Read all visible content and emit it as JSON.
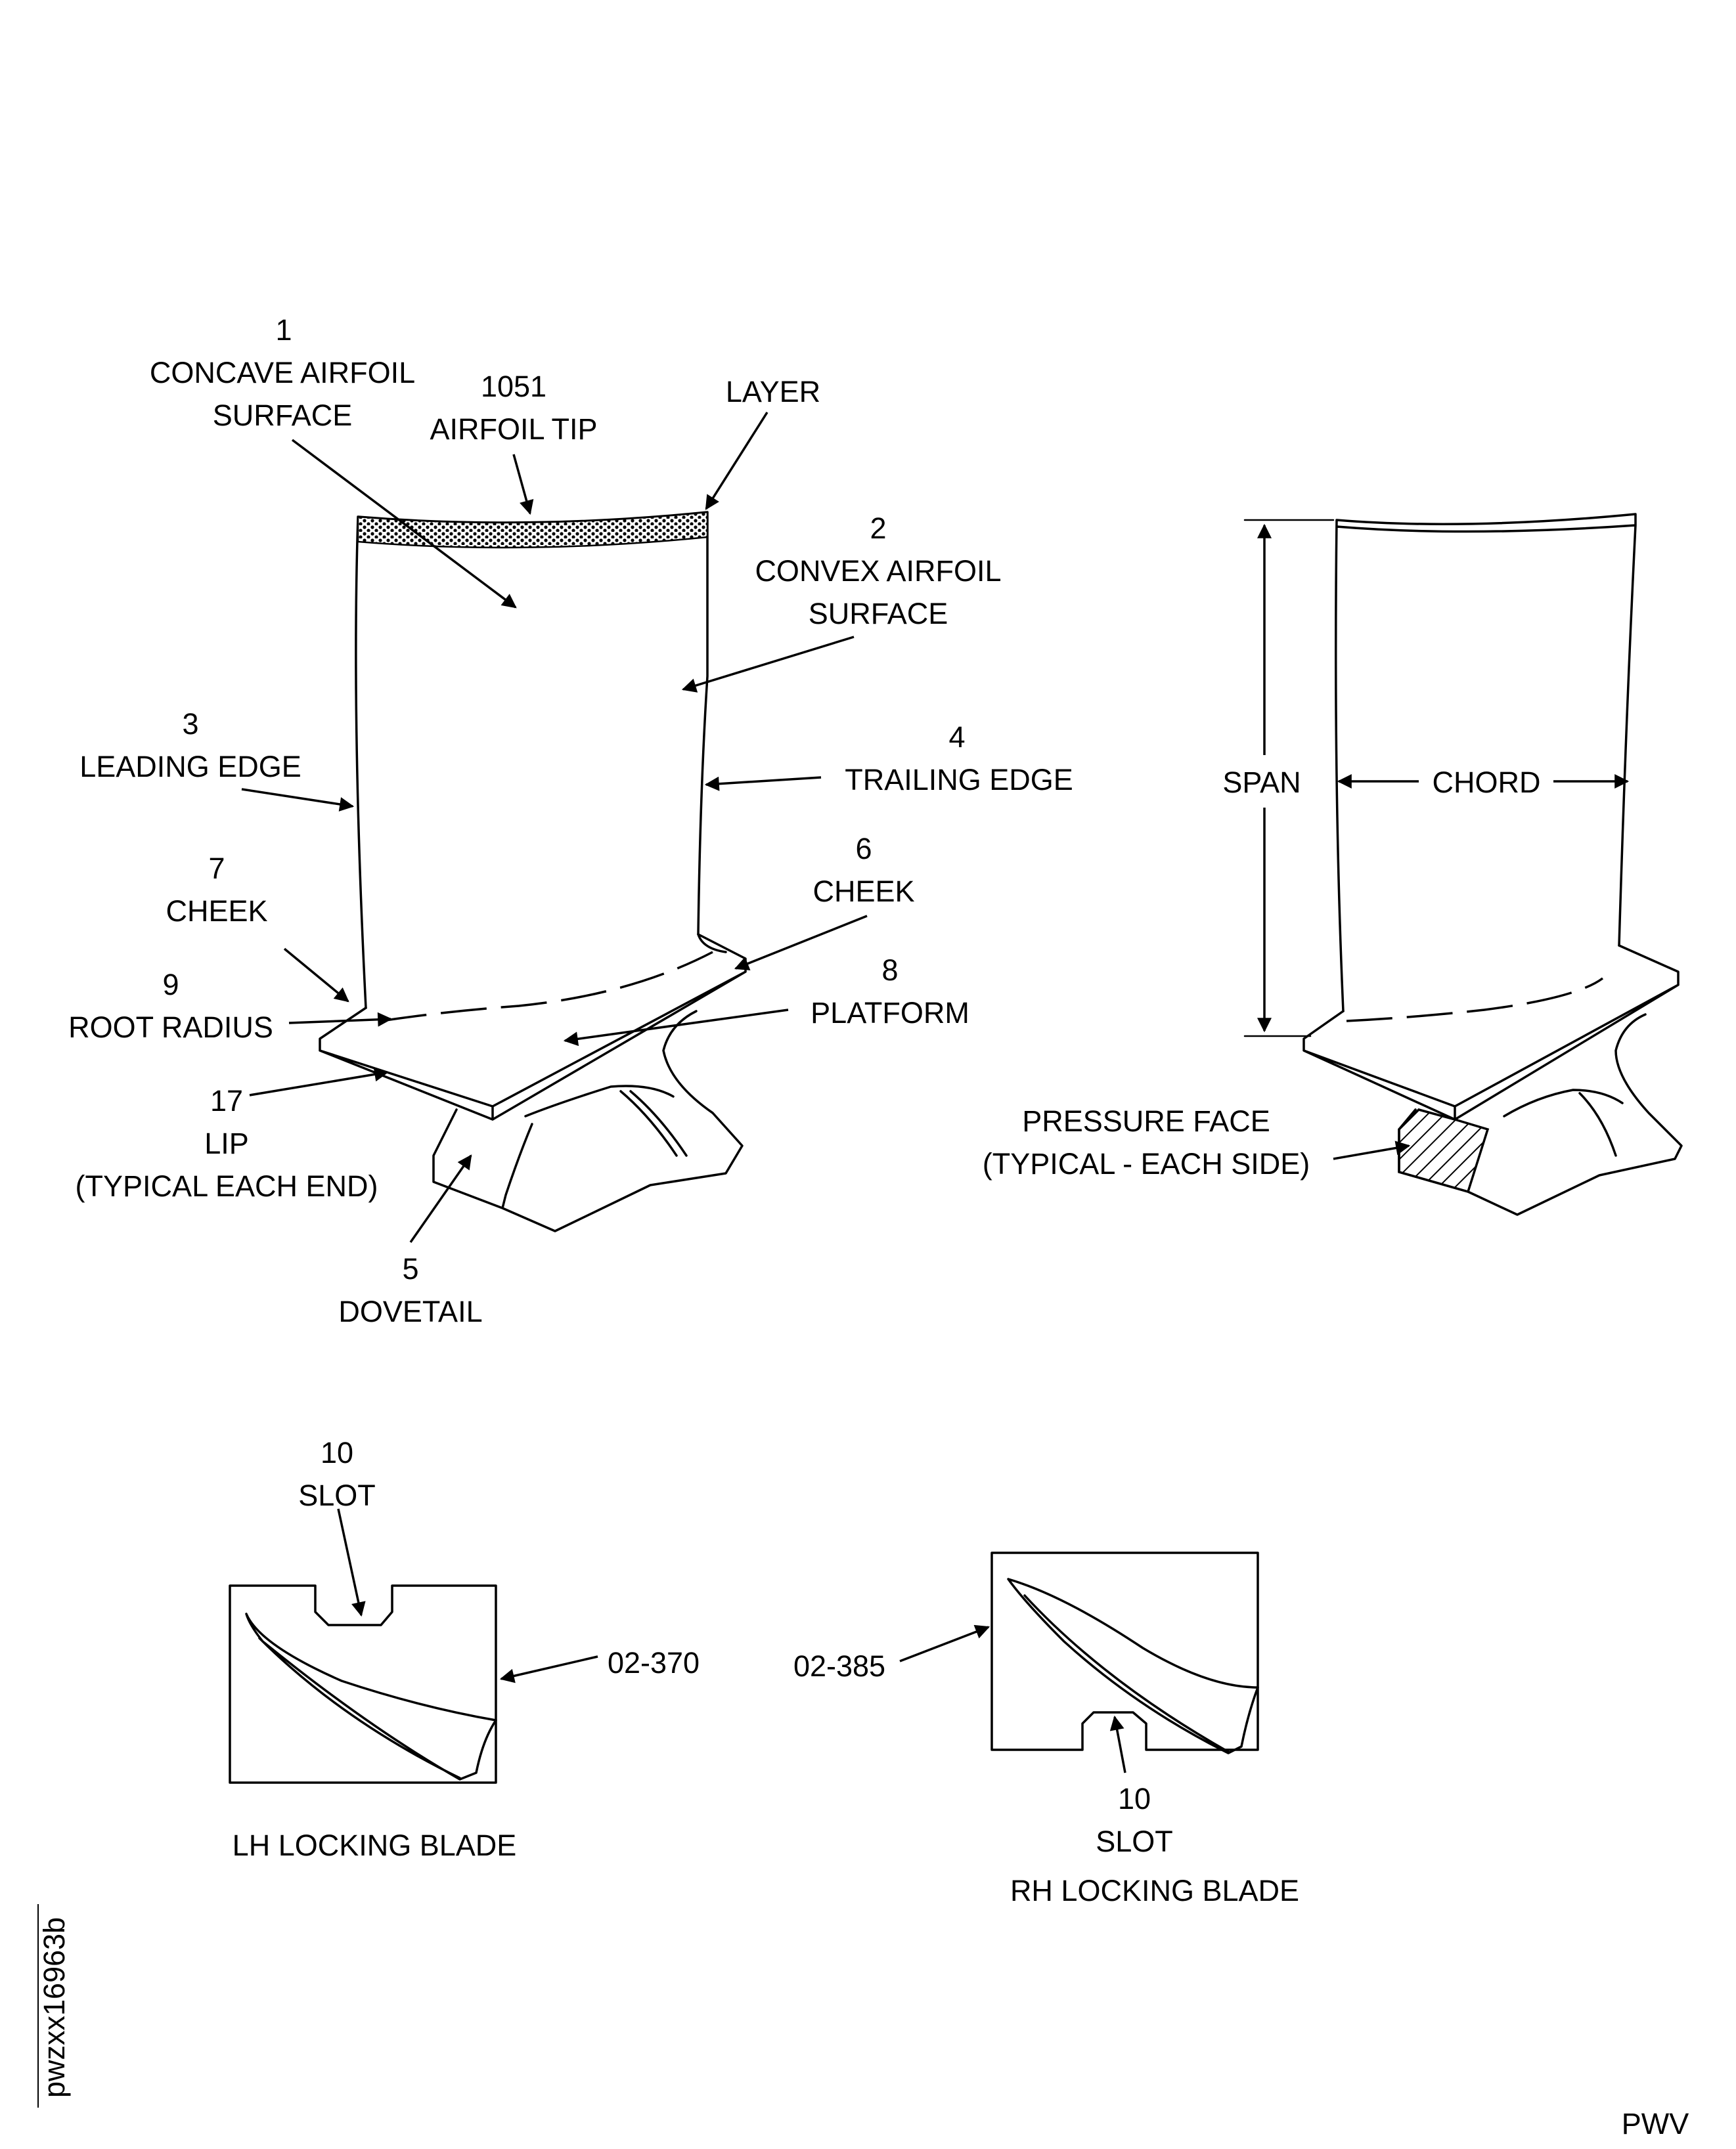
{
  "labels": {
    "concave_num": "1",
    "concave_l1": "CONCAVE AIRFOIL",
    "concave_l2": "SURFACE",
    "tip_num": "1051",
    "tip": "AIRFOIL TIP",
    "layer": "LAYER",
    "convex_num": "2",
    "convex_l1": "CONVEX AIRFOIL",
    "convex_l2": "SURFACE",
    "leading_num": "3",
    "leading": "LEADING EDGE",
    "trailing_num": "4",
    "trailing": "TRAILING EDGE",
    "cheek7_num": "7",
    "cheek7": "CHEEK",
    "cheek6_num": "6",
    "cheek6": "CHEEK",
    "root_num": "9",
    "root": "ROOT RADIUS",
    "platform_num": "8",
    "platform": "PLATFORM",
    "lip_num": "17",
    "lip": "LIP",
    "lip_note": "(TYPICAL EACH END)",
    "dovetail_num": "5",
    "dovetail": "DOVETAIL",
    "span": "SPAN",
    "chord": "CHORD",
    "pressure_l1": "PRESSURE FACE",
    "pressure_l2": "(TYPICAL - EACH SIDE)",
    "slot_lh_num": "10",
    "slot_lh": "SLOT",
    "lh_ref": "02-370",
    "lh_title": "LH LOCKING BLADE",
    "rh_ref": "02-385",
    "slot_rh_num": "10",
    "slot_rh": "SLOT",
    "rh_title": "RH LOCKING BLADE",
    "figure_id": "pwzxx16963b",
    "corner_code": "PWV"
  }
}
